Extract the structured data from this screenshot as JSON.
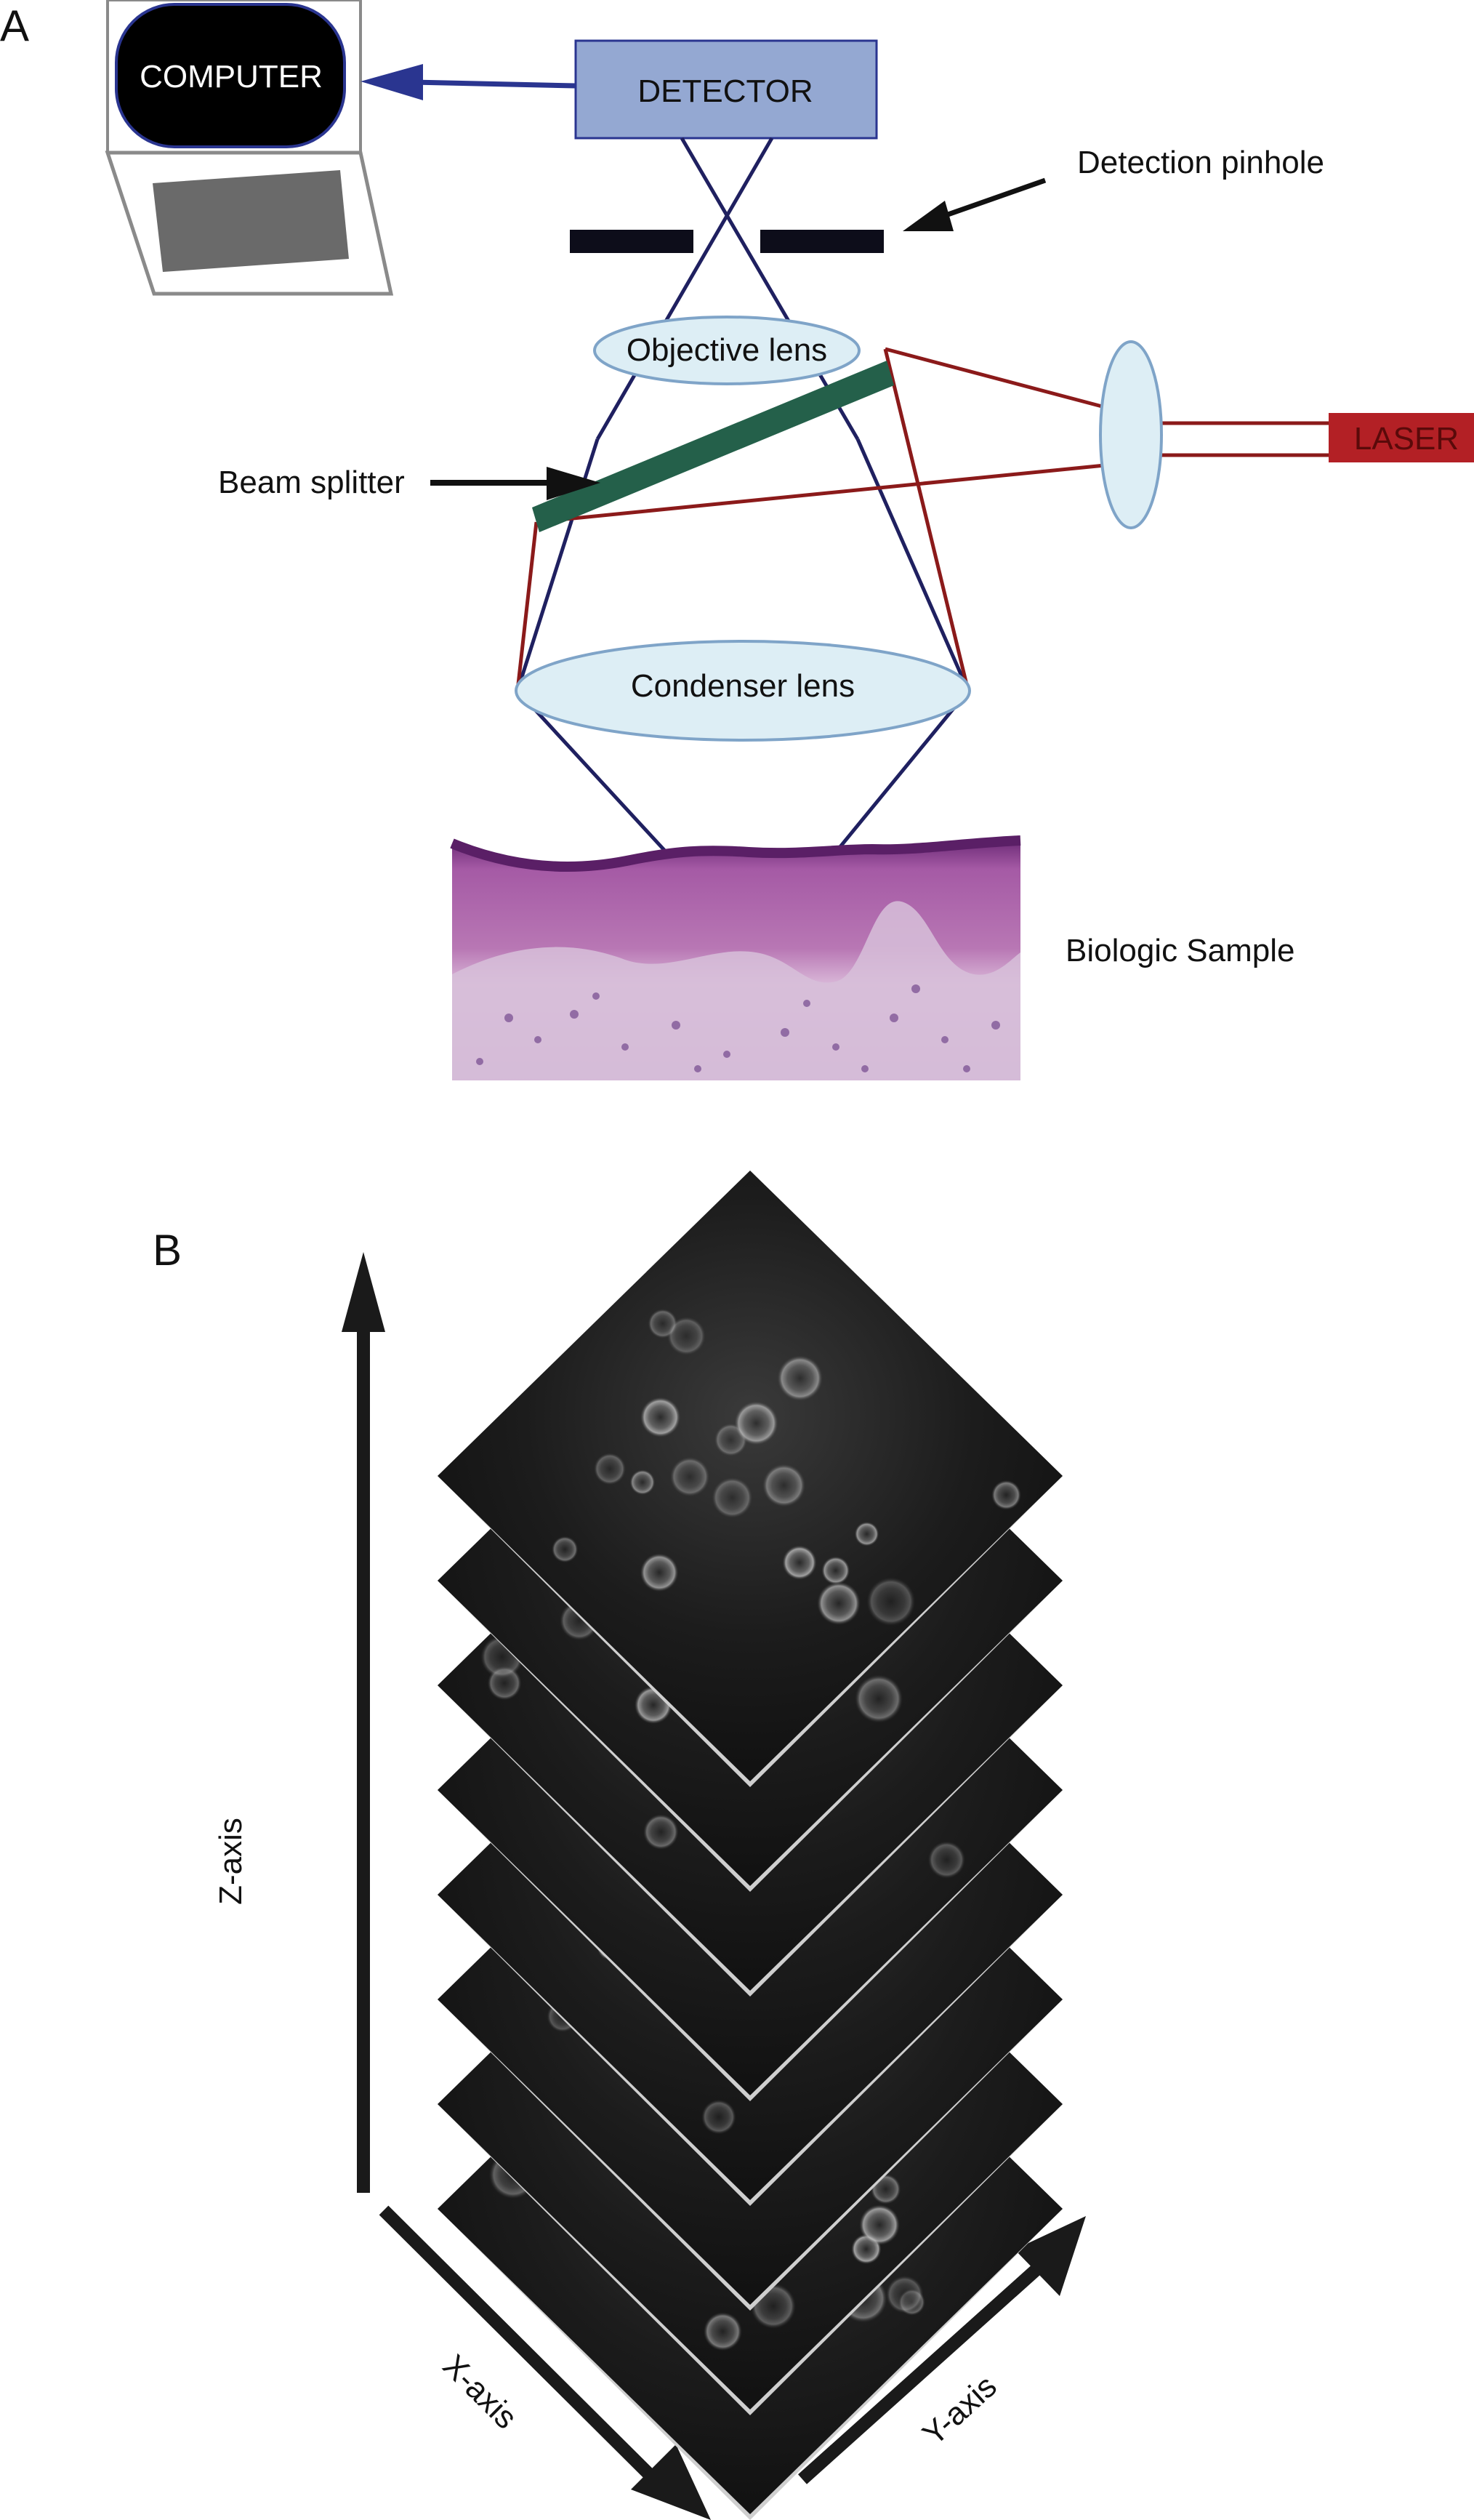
{
  "panel_a": {
    "letter": "A",
    "computer_label": "COMPUTER",
    "detector_label": "DETECTOR",
    "pinhole_label": "Detection pinhole",
    "objective_label": "Objective lens",
    "beam_splitter_label": "Beam splitter",
    "laser_label": "LASER",
    "condenser_label": "Condenser lens",
    "sample_label": "Biologic Sample"
  },
  "panel_b": {
    "letter": "B",
    "z_axis_label": "Z-axis",
    "x_axis_label": "X-axis",
    "y_axis_label": "Y-axis",
    "slice_count": 8
  },
  "colors": {
    "detector_fill": "#94a8d2",
    "emission_ray": "#1f2060",
    "excitation_ray": "#8b1a1a",
    "beam_splitter": "#24604a",
    "lens_fill": "#ddeef5",
    "laser_fill": "#b32025",
    "computer_screen": "#000000",
    "tissue_purple": "#8a3d8a",
    "confocal_slice": "#1a1a1a"
  }
}
